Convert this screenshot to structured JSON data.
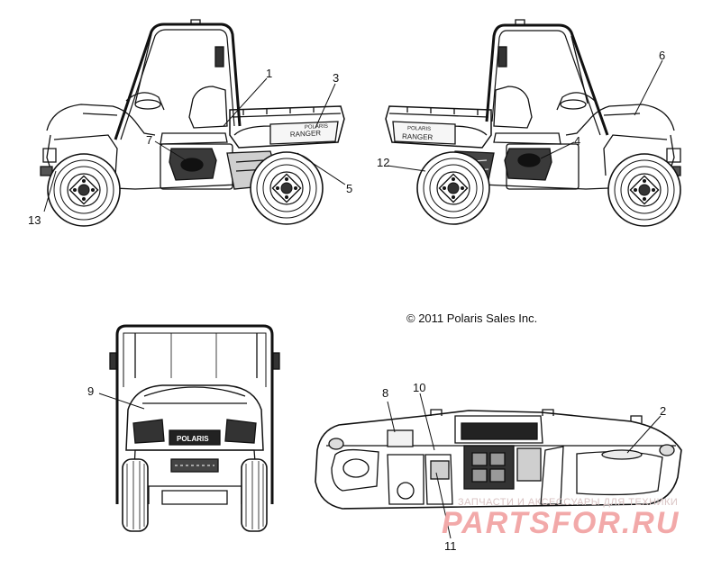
{
  "copyright": "© 2011 Polaris Sales Inc.",
  "decal_text": {
    "left_bed": "RANGER",
    "right_bed": "RANGER",
    "left_brand": "POLARIS",
    "right_brand": "POLARIS",
    "front_grille": "POLARIS"
  },
  "callouts": {
    "c1": "1",
    "c2": "2",
    "c3": "3",
    "c4": "4",
    "c5": "5",
    "c6": "6",
    "c7": "7",
    "c8": "8",
    "c9": "9",
    "c10": "10",
    "c11": "11",
    "c12": "12",
    "c13": "13"
  },
  "watermark": {
    "tagline": "ЗАПЧАСТИ И АКСЕССУАРЫ ДЛЯ ТЕХНИКИ",
    "brand": "PARTSFOR.RU",
    "color": "#f2a9a9"
  }
}
